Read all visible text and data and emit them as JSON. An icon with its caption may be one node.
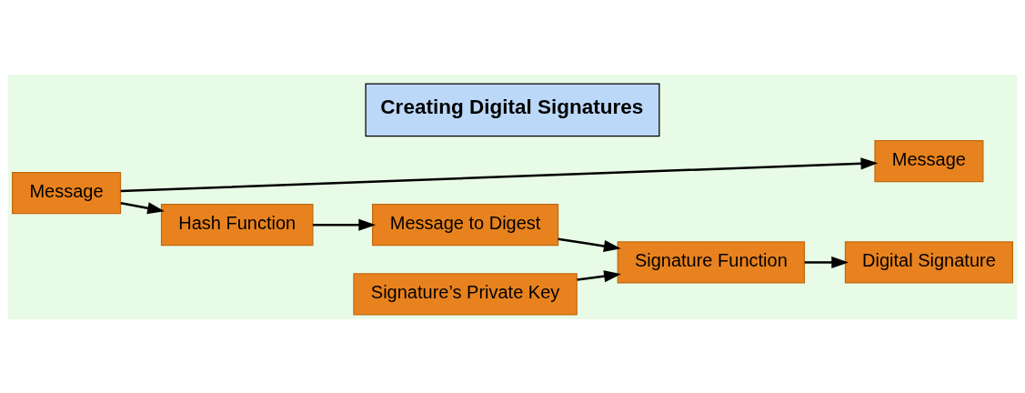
{
  "diagram": {
    "title": "Creating Digital Signatures",
    "nodes": [
      {
        "text": [
          "Message"
        ]
      },
      {
        "text": [
          "Message"
        ]
      },
      {
        "text": [
          "Hash Function"
        ]
      },
      {
        "text": [
          "Message to Digest"
        ]
      },
      {
        "text": [
          "Signature Function"
        ]
      },
      {
        "text": [
          "Digital Signature"
        ]
      },
      {
        "text": [
          "Signature’s Private Key"
        ]
      }
    ],
    "edges": [
      {
        "from": 1,
        "to": 0,
        "arrow": "to"
      },
      {
        "from": 1,
        "to": 2,
        "arrow": "to"
      },
      {
        "from": 2,
        "to": 3,
        "arrow": "to"
      },
      {
        "from": 3,
        "to": 4,
        "arrow": "to"
      },
      {
        "from": 4,
        "to": 5,
        "arrow": "to"
      },
      {
        "from": 6,
        "to": 4,
        "arrow": "to"
      }
    ]
  }
}
